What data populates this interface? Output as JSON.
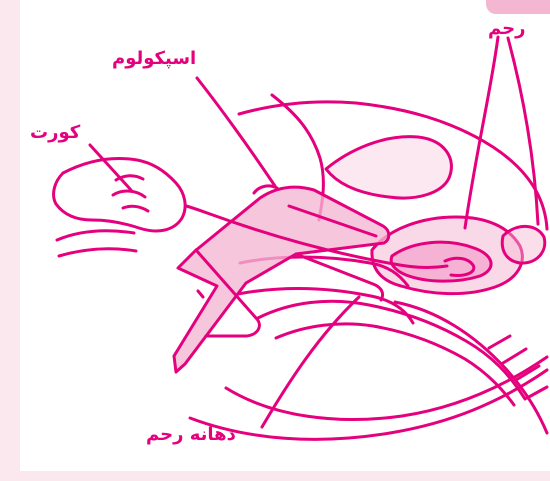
{
  "labels": {
    "uterus": "رحم",
    "speculum": "اسپکولوم",
    "curette": "کورت",
    "cervix": "دهانه رحم"
  },
  "colors": {
    "line": "#e5007d",
    "fill": "#f4b7d2",
    "page": "#ffffff",
    "background": "#fbe8ef"
  }
}
